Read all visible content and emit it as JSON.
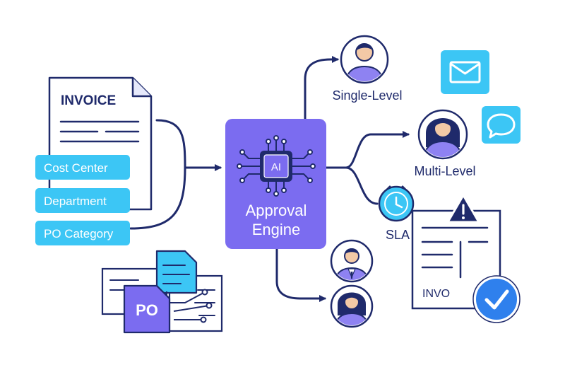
{
  "invoice": {
    "title": "INVOICE"
  },
  "fields": [
    {
      "label": "Cost Center"
    },
    {
      "label": "Department"
    },
    {
      "label": "PO Category"
    }
  ],
  "po_doc": {
    "label": "PO"
  },
  "engine": {
    "chip_label": "AI",
    "title_line1": "Approval",
    "title_line2": "Engine"
  },
  "routes": {
    "single_level": "Single-Level",
    "multi_level": "Multi-Level",
    "sla": "SLA"
  },
  "invoice_result": {
    "label": "INVO"
  },
  "icons": {
    "email": "envelope-icon",
    "chat": "chat-bubble-icon",
    "clock": "clock-icon",
    "warning": "warning-icon",
    "check": "check-circle-icon",
    "chip": "ai-chip-icon"
  },
  "colors": {
    "navy": "#1f2a6b",
    "engine_purple": "#7b6cf0",
    "field_blue": "#3cc6f5",
    "avatar_fill": "#8e82f2",
    "check_blue": "#2f80ed"
  }
}
